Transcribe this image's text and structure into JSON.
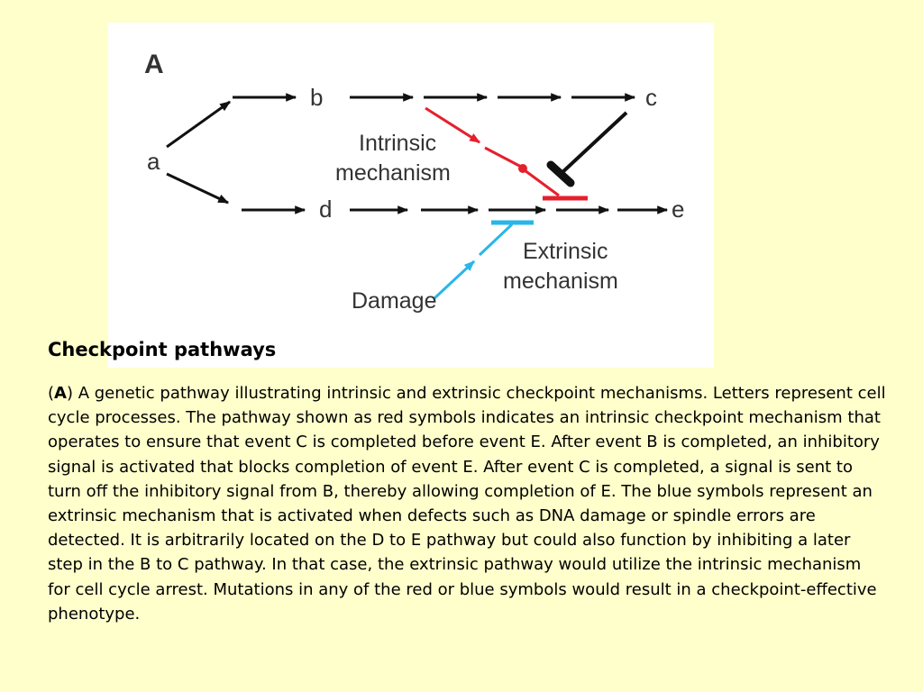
{
  "figure": {
    "panel_label": "A",
    "nodes": {
      "a": "a",
      "b": "b",
      "c": "c",
      "d": "d",
      "e": "e"
    },
    "intrinsic_label": [
      "Intrinsic",
      "mechanism"
    ],
    "extrinsic_label": [
      "Extrinsic",
      "mechanism"
    ],
    "damage_label": "Damage",
    "colors": {
      "intrinsic": "#e5202e",
      "extrinsic": "#29b6e8",
      "pathway": "#111111",
      "text": "#333333"
    }
  },
  "title": "Checkpoint pathways",
  "caption": {
    "open_paren": "(",
    "panel_ref": "A",
    "close_paren": ")",
    "text": " A genetic pathway illustrating intrinsic and extrinsic checkpoint mechanisms. Letters represent cell cycle processes. The pathway shown as red symbols indicates an intrinsic checkpoint mechanism that operates to ensure that event C is completed before event E. After event B is completed, an inhibitory signal is activated that blocks completion of event E. After event C is completed, a signal is sent to turn off the inhibitory signal from B, thereby allowing completion of E. The blue symbols represent an extrinsic mechanism that is activated when defects such as DNA damage or spindle errors are detected. It is arbitrarily located on the D to E pathway but could also function by inhibiting a later step in the B to C pathway. In that case, the extrinsic pathway would utilize the intrinsic mechanism for cell cycle arrest. Mutations in any of the red or blue symbols would result in a checkpoint-effective phenotype."
  }
}
